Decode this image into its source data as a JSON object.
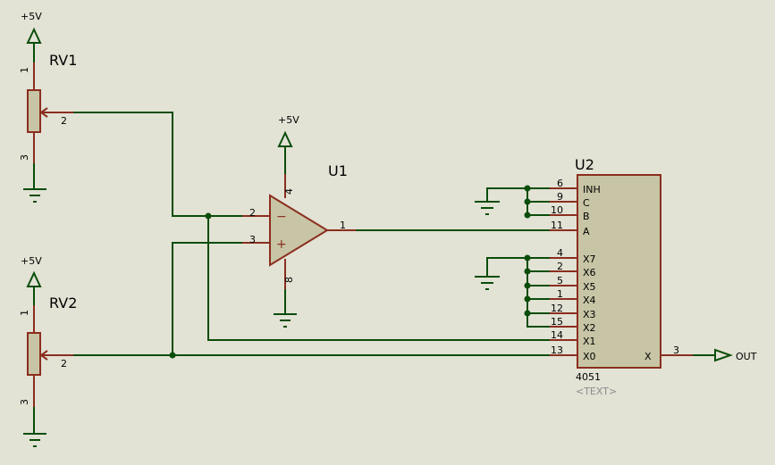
{
  "colors": {
    "background": "#E2E2D5",
    "wire": "#0A4D0A",
    "component": "#8B2E1E",
    "fill": "#C7C5A5"
  },
  "rv1": {
    "ref": "RV1",
    "supply": "+5V",
    "pin1": "1",
    "pin2": "2",
    "pin3": "3"
  },
  "rv2": {
    "ref": "RV2",
    "supply": "+5V",
    "pin1": "1",
    "pin2": "2",
    "pin3": "3"
  },
  "u1": {
    "ref": "U1",
    "supply": "+5V",
    "minus": "−",
    "plus": "+",
    "pin1": "1",
    "pin2": "2",
    "pin3": "3",
    "pin4": "4",
    "pin8": "8"
  },
  "u2": {
    "ref": "U2",
    "part": "4051",
    "text": "<TEXT>",
    "out_pin": "3",
    "out_label": "X",
    "pins": [
      {
        "num": "6",
        "name": "INH"
      },
      {
        "num": "9",
        "name": "C"
      },
      {
        "num": "10",
        "name": "B"
      },
      {
        "num": "11",
        "name": "A"
      },
      {
        "num": "4",
        "name": "X7"
      },
      {
        "num": "2",
        "name": "X6"
      },
      {
        "num": "5",
        "name": "X5"
      },
      {
        "num": "1",
        "name": "X4"
      },
      {
        "num": "12",
        "name": "X3"
      },
      {
        "num": "15",
        "name": "X2"
      },
      {
        "num": "14",
        "name": "X1"
      },
      {
        "num": "13",
        "name": "X0"
      }
    ]
  },
  "out_terminal": {
    "label": "OUT"
  }
}
